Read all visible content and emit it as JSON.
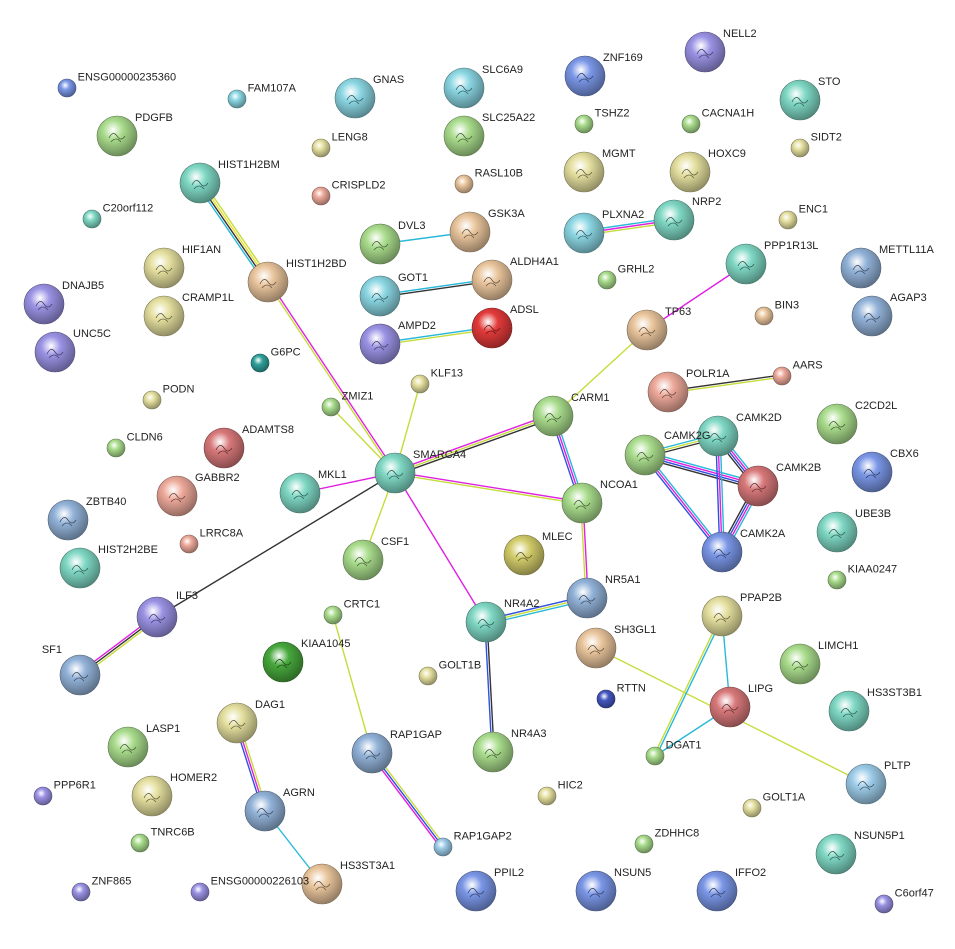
{
  "palette": {
    "teal": "#7fd8c4",
    "cyan": "#8ad6e2",
    "green": "#a9dc8c",
    "khaki": "#e4df9e",
    "tan": "#e9c59c",
    "salmon": "#eda99a",
    "purple": "#9a92e4",
    "bluegray": "#92b2d8",
    "red": "#e33a3a",
    "darkgreen": "#47a83c",
    "blue": "#7a96e6",
    "olive": "#d2cc6a",
    "darkteal": "#2fa09a",
    "navy": "#4456c0",
    "lightblue": "#9ccbe8",
    "redbrown": "#d8787a",
    "edge_text": "#c6dc3a",
    "edge_exp": "#e020e0",
    "edge_db": "#28b8d8",
    "edge_coexp": "#333333",
    "edge_yellow": "#e8e030",
    "edge_blue": "#3050e0"
  },
  "nodes": [
    {
      "label": "ENSG00000235360",
      "color": "blue"
    },
    {
      "label": "FAM107A",
      "color": "cyan"
    },
    {
      "label": "GNAS",
      "color": "cyan"
    },
    {
      "label": "SLC6A9",
      "color": "cyan"
    },
    {
      "label": "ZNF169",
      "color": "blue"
    },
    {
      "label": "NELL2",
      "color": "purple"
    },
    {
      "label": "STO",
      "color": "teal"
    },
    {
      "label": "PDGFB",
      "color": "green"
    },
    {
      "label": "LENG8",
      "color": "khaki"
    },
    {
      "label": "SLC25A22",
      "color": "green"
    },
    {
      "label": "TSHZ2",
      "color": "green"
    },
    {
      "label": "CACNA1H",
      "color": "green"
    },
    {
      "label": "SIDT2",
      "color": "khaki"
    },
    {
      "label": "HIST1H2BM",
      "color": "teal"
    },
    {
      "label": "CRISPLD2",
      "color": "salmon"
    },
    {
      "label": "RASL10B",
      "color": "tan"
    },
    {
      "label": "MGMT",
      "color": "khaki"
    },
    {
      "label": "HOXC9",
      "color": "khaki"
    },
    {
      "label": "C20orf112",
      "color": "teal"
    },
    {
      "label": "DVL3",
      "color": "green"
    },
    {
      "label": "GSK3A",
      "color": "tan"
    },
    {
      "label": "PLXNA2",
      "color": "cyan"
    },
    {
      "label": "NRP2",
      "color": "teal"
    },
    {
      "label": "ENC1",
      "color": "khaki"
    },
    {
      "label": "HIST1H2BD",
      "color": "tan"
    },
    {
      "label": "HIF1AN",
      "color": "khaki"
    },
    {
      "label": "PPP1R13L",
      "color": "teal"
    },
    {
      "label": "METTL11A",
      "color": "bluegray"
    },
    {
      "label": "DNAJB5",
      "color": "purple"
    },
    {
      "label": "GOT1",
      "color": "cyan"
    },
    {
      "label": "ALDH4A1",
      "color": "tan"
    },
    {
      "label": "GRHL2",
      "color": "green"
    },
    {
      "label": "CRAMP1L",
      "color": "khaki"
    },
    {
      "label": "ADSL",
      "color": "red"
    },
    {
      "label": "TP63",
      "color": "tan"
    },
    {
      "label": "BIN3",
      "color": "tan"
    },
    {
      "label": "AGAP3",
      "color": "bluegray"
    },
    {
      "label": "UNC5C",
      "color": "purple"
    },
    {
      "label": "AMPD2",
      "color": "purple"
    },
    {
      "label": "G6PC",
      "color": "darkteal"
    },
    {
      "label": "KLF13",
      "color": "khaki"
    },
    {
      "label": "POLR1A",
      "color": "salmon"
    },
    {
      "label": "AARS",
      "color": "salmon"
    },
    {
      "label": "PODN",
      "color": "khaki"
    },
    {
      "label": "ZMIZ1",
      "color": "green"
    },
    {
      "label": "CARM1",
      "color": "green"
    },
    {
      "label": "C2CD2L",
      "color": "green"
    },
    {
      "label": "CAMK2D",
      "color": "teal"
    },
    {
      "label": "ADAMTS8",
      "color": "redbrown"
    },
    {
      "label": "CLDN6",
      "color": "green"
    },
    {
      "label": "CAMK2G",
      "color": "green"
    },
    {
      "label": "CBX6",
      "color": "blue"
    },
    {
      "label": "SMARCA4",
      "color": "teal"
    },
    {
      "label": "GABBR2",
      "color": "salmon"
    },
    {
      "label": "MKL1",
      "color": "teal"
    },
    {
      "label": "NCOA1",
      "color": "green"
    },
    {
      "label": "CAMK2B",
      "color": "redbrown"
    },
    {
      "label": "ZBTB40",
      "color": "bluegray"
    },
    {
      "label": "UBE3B",
      "color": "teal"
    },
    {
      "label": "LRRC8A",
      "color": "salmon"
    },
    {
      "label": "CSF1",
      "color": "green"
    },
    {
      "label": "MLEC",
      "color": "olive"
    },
    {
      "label": "CAMK2A",
      "color": "blue"
    },
    {
      "label": "HIST2H2BE",
      "color": "teal"
    },
    {
      "label": "KIAA0247",
      "color": "green"
    },
    {
      "label": "ILF3",
      "color": "purple"
    },
    {
      "label": "CRTC1",
      "color": "green"
    },
    {
      "label": "NR5A1",
      "color": "bluegray"
    },
    {
      "label": "PPAP2B",
      "color": "khaki"
    },
    {
      "label": "NR4A2",
      "color": "teal"
    },
    {
      "label": "KIAA1045",
      "color": "darkgreen"
    },
    {
      "label": "SH3GL1",
      "color": "tan"
    },
    {
      "label": "SF1",
      "color": "bluegray"
    },
    {
      "label": "LIMCH1",
      "color": "green"
    },
    {
      "label": "GOLT1B",
      "color": "khaki"
    },
    {
      "label": "RTTN",
      "color": "navy"
    },
    {
      "label": "LIPG",
      "color": "redbrown"
    },
    {
      "label": "HS3ST3B1",
      "color": "teal"
    },
    {
      "label": "DAG1",
      "color": "khaki"
    },
    {
      "label": "LASP1",
      "color": "green"
    },
    {
      "label": "RAP1GAP",
      "color": "bluegray"
    },
    {
      "label": "NR4A3",
      "color": "green"
    },
    {
      "label": "DGAT1",
      "color": "green"
    },
    {
      "label": "PLTP",
      "color": "lightblue"
    },
    {
      "label": "HOMER2",
      "color": "khaki"
    },
    {
      "label": "PPP6R1",
      "color": "purple"
    },
    {
      "label": "AGRN",
      "color": "bluegray"
    },
    {
      "label": "HIC2",
      "color": "khaki"
    },
    {
      "label": "GOLT1A",
      "color": "khaki"
    },
    {
      "label": "TNRC6B",
      "color": "green"
    },
    {
      "label": "ZDHHC8",
      "color": "green"
    },
    {
      "label": "RAP1GAP2",
      "color": "lightblue"
    },
    {
      "label": "NSUN5P1",
      "color": "teal"
    },
    {
      "label": "HS3ST3A1",
      "color": "tan"
    },
    {
      "label": "ZNF865",
      "color": "purple"
    },
    {
      "label": "ENSG00000226103",
      "color": "purple"
    },
    {
      "label": "PPIL2",
      "color": "blue"
    },
    {
      "label": "NSUN5",
      "color": "blue"
    },
    {
      "label": "IFFO2",
      "color": "blue"
    },
    {
      "label": "C6orf47",
      "color": "purple"
    }
  ],
  "edges": [
    {
      "source": "HIST1H2BM",
      "target": "HIST1H2BD",
      "colors": [
        "edge_text",
        "edge_yellow",
        "edge_coexp",
        "edge_db"
      ]
    },
    {
      "source": "HIST1H2BD",
      "target": "SMARCA4",
      "colors": [
        "edge_exp",
        "edge_text"
      ]
    },
    {
      "source": "DVL3",
      "target": "GSK3A",
      "colors": [
        "edge_db"
      ]
    },
    {
      "source": "GOT1",
      "target": "ALDH4A1",
      "colors": [
        "edge_db",
        "edge_coexp"
      ]
    },
    {
      "source": "AMPD2",
      "target": "ADSL",
      "colors": [
        "edge_db",
        "edge_text"
      ]
    },
    {
      "source": "PLXNA2",
      "target": "NRP2",
      "colors": [
        "edge_db",
        "edge_exp",
        "edge_text"
      ]
    },
    {
      "source": "PPP1R13L",
      "target": "TP63",
      "colors": [
        "edge_exp"
      ]
    },
    {
      "source": "TP63",
      "target": "CARM1",
      "colors": [
        "edge_text"
      ]
    },
    {
      "source": "POLR1A",
      "target": "AARS",
      "colors": [
        "edge_coexp",
        "edge_text"
      ]
    },
    {
      "source": "ZMIZ1",
      "target": "SMARCA4",
      "colors": [
        "edge_text"
      ]
    },
    {
      "source": "KLF13",
      "target": "SMARCA4",
      "colors": [
        "edge_text"
      ]
    },
    {
      "source": "SMARCA4",
      "target": "CARM1",
      "colors": [
        "edge_exp",
        "edge_text",
        "edge_coexp"
      ]
    },
    {
      "source": "SMARCA4",
      "target": "NCOA1",
      "colors": [
        "edge_exp",
        "edge_text"
      ]
    },
    {
      "source": "SMARCA4",
      "target": "MKL1",
      "colors": [
        "edge_exp"
      ]
    },
    {
      "source": "SMARCA4",
      "target": "CSF1",
      "colors": [
        "edge_text"
      ]
    },
    {
      "source": "SMARCA4",
      "target": "NR4A2",
      "colors": [
        "edge_exp"
      ]
    },
    {
      "source": "SMARCA4",
      "target": "ILF3",
      "colors": [
        "edge_coexp"
      ]
    },
    {
      "source": "CARM1",
      "target": "NCOA1",
      "colors": [
        "edge_db",
        "edge_exp",
        "edge_blue"
      ]
    },
    {
      "source": "NCOA1",
      "target": "NR5A1",
      "colors": [
        "edge_exp",
        "edge_text"
      ]
    },
    {
      "source": "NR5A1",
      "target": "NR4A2",
      "colors": [
        "edge_db",
        "edge_text",
        "edge_blue"
      ]
    },
    {
      "source": "NR4A2",
      "target": "NR4A3",
      "colors": [
        "edge_coexp",
        "edge_blue"
      ]
    },
    {
      "source": "CAMK2G",
      "target": "CAMK2D",
      "colors": [
        "edge_db",
        "edge_text",
        "edge_coexp"
      ]
    },
    {
      "source": "CAMK2G",
      "target": "CAMK2B",
      "colors": [
        "edge_db",
        "edge_exp",
        "edge_blue",
        "edge_coexp"
      ]
    },
    {
      "source": "CAMK2G",
      "target": "CAMK2A",
      "colors": [
        "edge_db",
        "edge_exp",
        "edge_blue"
      ]
    },
    {
      "source": "CAMK2D",
      "target": "CAMK2B",
      "colors": [
        "edge_db",
        "edge_exp",
        "edge_blue",
        "edge_coexp"
      ]
    },
    {
      "source": "CAMK2D",
      "target": "CAMK2A",
      "colors": [
        "edge_db",
        "edge_exp",
        "edge_blue"
      ]
    },
    {
      "source": "CAMK2B",
      "target": "CAMK2A",
      "colors": [
        "edge_db",
        "edge_exp",
        "edge_blue",
        "edge_coexp"
      ]
    },
    {
      "source": "ILF3",
      "target": "SF1",
      "colors": [
        "edge_text",
        "edge_coexp",
        "edge_exp"
      ]
    },
    {
      "source": "CRTC1",
      "target": "RAP1GAP",
      "colors": [
        "edge_text"
      ]
    },
    {
      "source": "RAP1GAP",
      "target": "RAP1GAP2",
      "colors": [
        "edge_text",
        "edge_blue",
        "edge_exp"
      ]
    },
    {
      "source": "DAG1",
      "target": "AGRN",
      "colors": [
        "edge_text",
        "edge_exp",
        "edge_blue"
      ]
    },
    {
      "source": "AGRN",
      "target": "HS3ST3A1",
      "colors": [
        "edge_db"
      ]
    },
    {
      "source": "SH3GL1",
      "target": "PLTP",
      "colors": [
        "edge_text"
      ]
    },
    {
      "source": "PPAP2B",
      "target": "LIPG",
      "colors": [
        "edge_db"
      ]
    },
    {
      "source": "PPAP2B",
      "target": "DGAT1",
      "colors": [
        "edge_db",
        "edge_text"
      ]
    },
    {
      "source": "LIPG",
      "target": "DGAT1",
      "colors": [
        "edge_db"
      ]
    }
  ]
}
